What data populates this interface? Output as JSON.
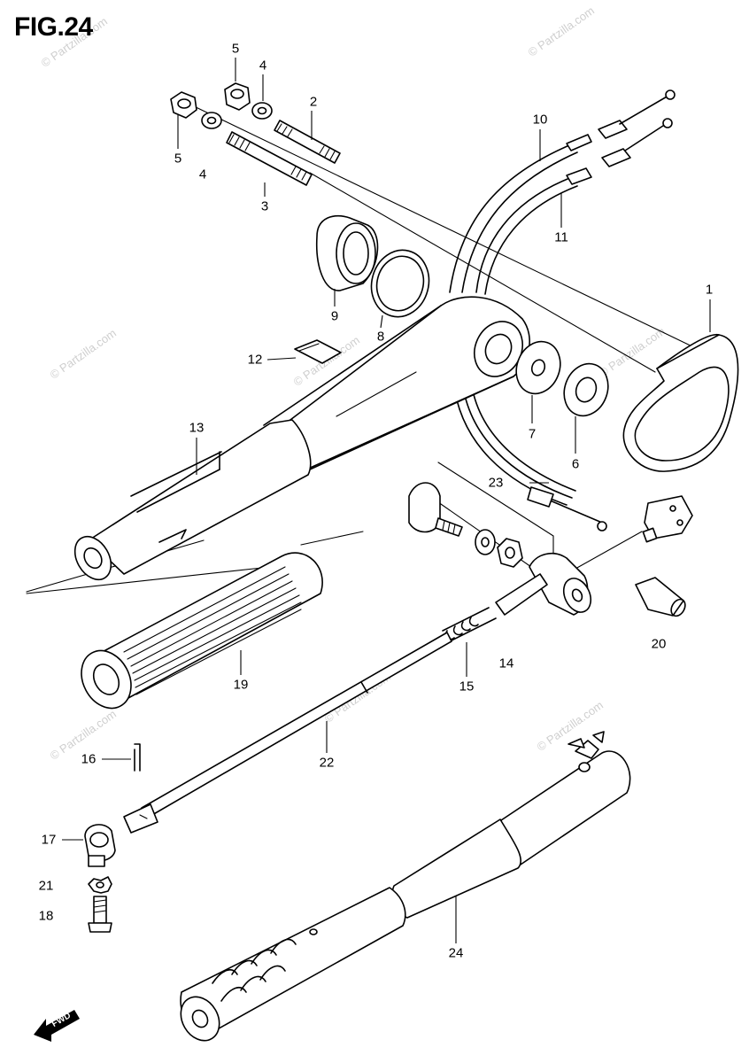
{
  "figure": {
    "title": "FIG.24"
  },
  "callouts": {
    "c1": "1",
    "c2": "2",
    "c3": "3",
    "c4a": "4",
    "c4b": "4",
    "c5a": "5",
    "c5b": "5",
    "c6": "6",
    "c7": "7",
    "c8": "8",
    "c9": "9",
    "c10": "10",
    "c11": "11",
    "c12": "12",
    "c13": "13",
    "c14": "14",
    "c15": "15",
    "c16": "16",
    "c17": "17",
    "c18": "18",
    "c19": "19",
    "c20": "20",
    "c21": "21",
    "c22": "22",
    "c23": "23",
    "c24": "24"
  },
  "watermarks": {
    "w1": "© Partzilla.com",
    "w2": "© Partzilla.com",
    "w3": "© Partzilla.com",
    "w4": "© Partzilla.com",
    "w5": "© Partzilla.com",
    "w6": "© Partzilla.com",
    "w7": "© Partzilla.com",
    "w8": "© Partzilla.com"
  },
  "fwd_mark": {
    "text": "FWD"
  }
}
